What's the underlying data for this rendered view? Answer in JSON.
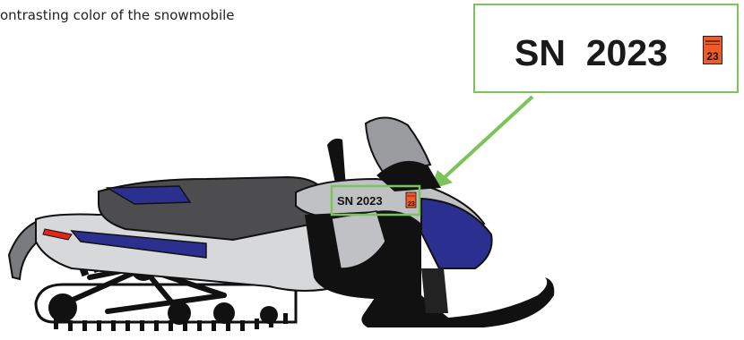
{
  "caption": "ontrasting color of the snowmobile",
  "callout": {
    "plate_text": "SN  2023",
    "sticker_year": "23"
  },
  "vehicle": {
    "plate_text": "SN 2023",
    "sticker_year": "23"
  },
  "colors": {
    "highlight": "#7cc35a",
    "sticker": "#f15a24",
    "body_gray": "#bfc1c4",
    "accent_blue": "#2b2f8f",
    "seat": "#4d4d4f",
    "black": "#111111"
  },
  "icons": [
    "snowmobile-illustration",
    "registration-sticker-icon",
    "arrow-icon"
  ]
}
